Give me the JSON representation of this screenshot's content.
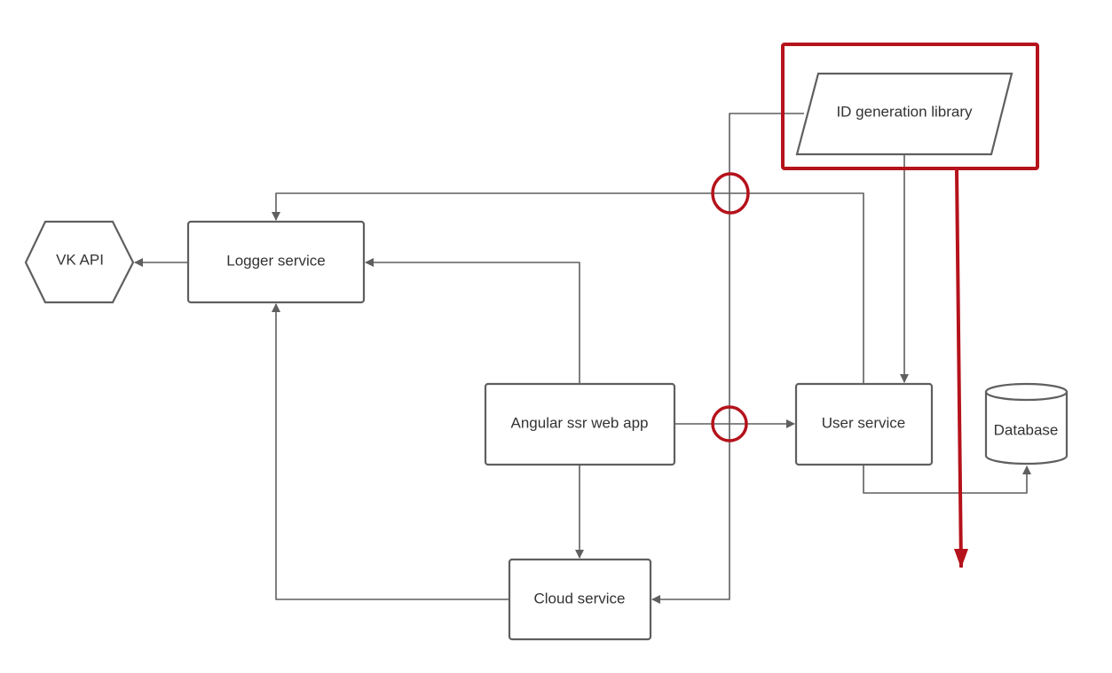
{
  "diagram": {
    "nodes": {
      "vk_api": {
        "label": "VK API",
        "shape": "hexagon"
      },
      "logger": {
        "label": "Logger service",
        "shape": "rectangle"
      },
      "angular": {
        "label": "Angular ssr web app",
        "shape": "rectangle"
      },
      "cloud": {
        "label": "Cloud service",
        "shape": "rectangle"
      },
      "user": {
        "label": "User service",
        "shape": "rectangle"
      },
      "database": {
        "label": "Database",
        "shape": "cylinder"
      },
      "idlib": {
        "label": "ID generation library",
        "shape": "parallelogram"
      }
    },
    "edges": [
      {
        "from": "logger",
        "to": "vk_api"
      },
      {
        "from": "angular",
        "to": "logger"
      },
      {
        "from": "angular",
        "to": "user"
      },
      {
        "from": "angular",
        "to": "cloud"
      },
      {
        "from": "cloud",
        "to": "logger"
      },
      {
        "from": "user",
        "to": "logger"
      },
      {
        "from": "user",
        "to": "database"
      },
      {
        "from": "idlib",
        "to": "user"
      },
      {
        "from": "idlib",
        "to": "cloud"
      }
    ],
    "annotations": {
      "highlight_box": "idlib",
      "crossing_markers": 2,
      "arrow": "down"
    },
    "colors": {
      "stroke": "#5f5f5f",
      "text": "#333333",
      "highlight": "#b5121b",
      "background": "#ffffff"
    }
  }
}
